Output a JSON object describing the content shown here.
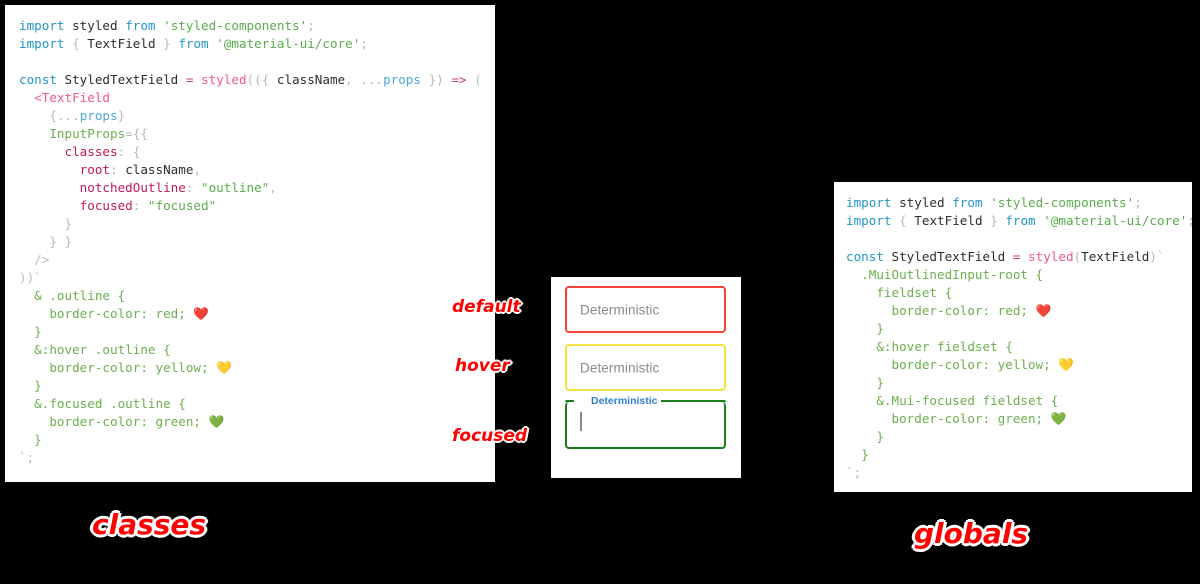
{
  "left_panel": {
    "name": "classes-approach-code",
    "caption": "classes",
    "lines": [
      [
        {
          "t": "import",
          "c": "kw"
        },
        {
          "t": " ",
          "c": "plain"
        },
        {
          "t": "styled",
          "c": "id"
        },
        {
          "t": " ",
          "c": "plain"
        },
        {
          "t": "from",
          "c": "kw"
        },
        {
          "t": " ",
          "c": "plain"
        },
        {
          "t": "'styled-components'",
          "c": "str"
        },
        {
          "t": ";",
          "c": "punc"
        }
      ],
      [
        {
          "t": "import",
          "c": "kw"
        },
        {
          "t": " ",
          "c": "plain"
        },
        {
          "t": "{",
          "c": "punc"
        },
        {
          "t": " ",
          "c": "plain"
        },
        {
          "t": "TextField",
          "c": "id"
        },
        {
          "t": " ",
          "c": "plain"
        },
        {
          "t": "}",
          "c": "punc"
        },
        {
          "t": " ",
          "c": "plain"
        },
        {
          "t": "from",
          "c": "kw"
        },
        {
          "t": " ",
          "c": "plain"
        },
        {
          "t": "'@material-ui/core'",
          "c": "str"
        },
        {
          "t": ";",
          "c": "punc"
        }
      ],
      [],
      [
        {
          "t": "const",
          "c": "kw"
        },
        {
          "t": " ",
          "c": "plain"
        },
        {
          "t": "StyledTextField",
          "c": "id"
        },
        {
          "t": " ",
          "c": "plain"
        },
        {
          "t": "=",
          "c": "op"
        },
        {
          "t": " ",
          "c": "plain"
        },
        {
          "t": "styled",
          "c": "fn"
        },
        {
          "t": "((",
          "c": "punc"
        },
        {
          "t": "{",
          "c": "punc"
        },
        {
          "t": " ",
          "c": "plain"
        },
        {
          "t": "className",
          "c": "id"
        },
        {
          "t": ", ",
          "c": "punc"
        },
        {
          "t": "...",
          "c": "punc"
        },
        {
          "t": "props",
          "c": "blue"
        },
        {
          "t": " ",
          "c": "plain"
        },
        {
          "t": "})",
          "c": "punc"
        },
        {
          "t": " ",
          "c": "plain"
        },
        {
          "t": "=>",
          "c": "op"
        },
        {
          "t": " ",
          "c": "plain"
        },
        {
          "t": "(",
          "c": "punc"
        }
      ],
      [
        {
          "t": "  ",
          "c": "plain"
        },
        {
          "t": "<TextField",
          "c": "tag"
        }
      ],
      [
        {
          "t": "    ",
          "c": "plain"
        },
        {
          "t": "{...",
          "c": "punc"
        },
        {
          "t": "props",
          "c": "blue"
        },
        {
          "t": "}",
          "c": "punc"
        }
      ],
      [
        {
          "t": "    ",
          "c": "plain"
        },
        {
          "t": "InputProps",
          "c": "css"
        },
        {
          "t": "=",
          "c": "punc"
        },
        {
          "t": "{{",
          "c": "punc"
        }
      ],
      [
        {
          "t": "      ",
          "c": "plain"
        },
        {
          "t": "classes",
          "c": "prop"
        },
        {
          "t": ": ",
          "c": "punc"
        },
        {
          "t": "{",
          "c": "punc"
        }
      ],
      [
        {
          "t": "        ",
          "c": "plain"
        },
        {
          "t": "root",
          "c": "prop"
        },
        {
          "t": ": ",
          "c": "punc"
        },
        {
          "t": "className",
          "c": "id"
        },
        {
          "t": ",",
          "c": "punc"
        }
      ],
      [
        {
          "t": "        ",
          "c": "plain"
        },
        {
          "t": "notchedOutline",
          "c": "prop"
        },
        {
          "t": ": ",
          "c": "punc"
        },
        {
          "t": "\"outline\"",
          "c": "str"
        },
        {
          "t": ",",
          "c": "punc"
        }
      ],
      [
        {
          "t": "        ",
          "c": "plain"
        },
        {
          "t": "focused",
          "c": "prop"
        },
        {
          "t": ": ",
          "c": "punc"
        },
        {
          "t": "\"focused\"",
          "c": "str"
        }
      ],
      [
        {
          "t": "      ",
          "c": "plain"
        },
        {
          "t": "}",
          "c": "punc"
        }
      ],
      [
        {
          "t": "    ",
          "c": "plain"
        },
        {
          "t": "} }",
          "c": "punc"
        }
      ],
      [
        {
          "t": "  ",
          "c": "plain"
        },
        {
          "t": "/>",
          "c": "punc"
        }
      ],
      [
        {
          "t": "))`",
          "c": "punc"
        }
      ],
      [
        {
          "t": "  ",
          "c": "plain"
        },
        {
          "t": "& .outline {",
          "c": "css"
        }
      ],
      [
        {
          "t": "    ",
          "c": "plain"
        },
        {
          "t": "border-color: red; ",
          "c": "css"
        },
        {
          "t": "❤️",
          "c": "emoji"
        }
      ],
      [
        {
          "t": "  ",
          "c": "plain"
        },
        {
          "t": "}",
          "c": "css"
        }
      ],
      [
        {
          "t": "  ",
          "c": "plain"
        },
        {
          "t": "&:hover .outline {",
          "c": "css"
        }
      ],
      [
        {
          "t": "    ",
          "c": "plain"
        },
        {
          "t": "border-color: yellow; ",
          "c": "css"
        },
        {
          "t": "💛",
          "c": "emoji"
        }
      ],
      [
        {
          "t": "  ",
          "c": "plain"
        },
        {
          "t": "}",
          "c": "css"
        }
      ],
      [
        {
          "t": "  ",
          "c": "plain"
        },
        {
          "t": "&.focused .outline {",
          "c": "css"
        }
      ],
      [
        {
          "t": "    ",
          "c": "plain"
        },
        {
          "t": "border-color: green; ",
          "c": "css"
        },
        {
          "t": "💚",
          "c": "emoji"
        }
      ],
      [
        {
          "t": "  ",
          "c": "plain"
        },
        {
          "t": "}",
          "c": "css"
        }
      ],
      [
        {
          "t": "`;",
          "c": "punc"
        }
      ]
    ]
  },
  "right_panel": {
    "name": "globals-approach-code",
    "caption": "globals",
    "lines": [
      [
        {
          "t": "import",
          "c": "kw"
        },
        {
          "t": " ",
          "c": "plain"
        },
        {
          "t": "styled",
          "c": "id"
        },
        {
          "t": " ",
          "c": "plain"
        },
        {
          "t": "from",
          "c": "kw"
        },
        {
          "t": " ",
          "c": "plain"
        },
        {
          "t": "'styled-components'",
          "c": "str"
        },
        {
          "t": ";",
          "c": "punc"
        }
      ],
      [
        {
          "t": "import",
          "c": "kw"
        },
        {
          "t": " ",
          "c": "plain"
        },
        {
          "t": "{",
          "c": "punc"
        },
        {
          "t": " ",
          "c": "plain"
        },
        {
          "t": "TextField",
          "c": "id"
        },
        {
          "t": " ",
          "c": "plain"
        },
        {
          "t": "}",
          "c": "punc"
        },
        {
          "t": " ",
          "c": "plain"
        },
        {
          "t": "from",
          "c": "kw"
        },
        {
          "t": " ",
          "c": "plain"
        },
        {
          "t": "'@material-ui/core'",
          "c": "str"
        },
        {
          "t": ";",
          "c": "punc"
        }
      ],
      [],
      [
        {
          "t": "const",
          "c": "kw"
        },
        {
          "t": " ",
          "c": "plain"
        },
        {
          "t": "StyledTextField",
          "c": "id"
        },
        {
          "t": " ",
          "c": "plain"
        },
        {
          "t": "=",
          "c": "op"
        },
        {
          "t": " ",
          "c": "plain"
        },
        {
          "t": "styled",
          "c": "fn"
        },
        {
          "t": "(",
          "c": "punc"
        },
        {
          "t": "TextField",
          "c": "id"
        },
        {
          "t": ")`",
          "c": "punc"
        }
      ],
      [
        {
          "t": "  ",
          "c": "plain"
        },
        {
          "t": ".MuiOutlinedInput-root {",
          "c": "css"
        }
      ],
      [
        {
          "t": "    ",
          "c": "plain"
        },
        {
          "t": "fieldset {",
          "c": "css"
        }
      ],
      [
        {
          "t": "      ",
          "c": "plain"
        },
        {
          "t": "border-color: red; ",
          "c": "css"
        },
        {
          "t": "❤️",
          "c": "emoji"
        }
      ],
      [
        {
          "t": "    ",
          "c": "plain"
        },
        {
          "t": "}",
          "c": "css"
        }
      ],
      [
        {
          "t": "    ",
          "c": "plain"
        },
        {
          "t": "&:hover fieldset {",
          "c": "css"
        }
      ],
      [
        {
          "t": "      ",
          "c": "plain"
        },
        {
          "t": "border-color: yellow; ",
          "c": "css"
        },
        {
          "t": "💛",
          "c": "emoji"
        }
      ],
      [
        {
          "t": "    ",
          "c": "plain"
        },
        {
          "t": "}",
          "c": "css"
        }
      ],
      [
        {
          "t": "    ",
          "c": "plain"
        },
        {
          "t": "&.Mui-focused fieldset {",
          "c": "css"
        }
      ],
      [
        {
          "t": "      ",
          "c": "plain"
        },
        {
          "t": "border-color: green; ",
          "c": "css"
        },
        {
          "t": "💚",
          "c": "emoji"
        }
      ],
      [
        {
          "t": "    ",
          "c": "plain"
        },
        {
          "t": "}",
          "c": "css"
        }
      ],
      [
        {
          "t": "  ",
          "c": "plain"
        },
        {
          "t": "}",
          "c": "css"
        }
      ],
      [
        {
          "t": "`;",
          "c": "punc"
        }
      ]
    ]
  },
  "demo": {
    "fields": [
      {
        "state": "default",
        "value": "Deterministic",
        "is_placeholder": true,
        "border_color": "#f44336"
      },
      {
        "state": "hover",
        "value": "Deterministic",
        "is_placeholder": true,
        "border_color": "#f5e342"
      },
      {
        "state": "focused",
        "value": "",
        "is_placeholder": false,
        "border_color": "#1b7d1b",
        "float_label": "Deterministic",
        "label_color": "#2f7fd4"
      }
    ]
  },
  "callouts": {
    "default": "default",
    "hover": "hover",
    "focused": "focused"
  },
  "colors": {
    "red": "#ff0000",
    "default_border": "#f44336",
    "hover_border": "#f5e342",
    "focused_border": "#1b7d1b",
    "focused_label": "#2f7fd4",
    "background": "#000000",
    "panel": "#ffffff"
  }
}
